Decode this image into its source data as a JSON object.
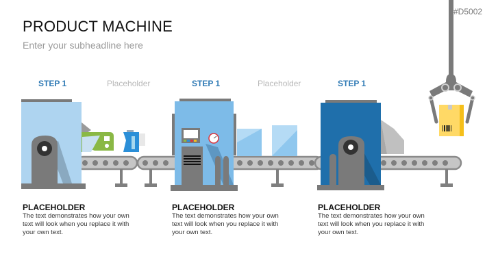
{
  "header": {
    "title": "PRODUCT MACHINE",
    "subtitle": "Enter your subheadline here",
    "code": "#D5002"
  },
  "steps": [
    {
      "label": "STEP 1"
    },
    {
      "label": "STEP 1"
    },
    {
      "label": "STEP 1"
    }
  ],
  "between_labels": [
    {
      "label": "Placeholder"
    },
    {
      "label": "Placeholder"
    }
  ],
  "descriptions": [
    {
      "title": "PLACEHOLDER",
      "body": "The text demonstrates how your own text will look when you replace it with your own text."
    },
    {
      "title": "PLACEHOLDER",
      "body": "The text demonstrates how your own text will look when you replace it with your own text."
    },
    {
      "title": "PLACEHOLDER",
      "body": "The text demonstrates how your own text will look when you replace it with your own text."
    }
  ],
  "colors": {
    "machine1": "#aed4f0",
    "machine2": "#7dbbe8",
    "machine3": "#1f6fab",
    "accent_text": "#2f7ab5",
    "gray": "#7a7a7a",
    "box": "#ffd966"
  }
}
